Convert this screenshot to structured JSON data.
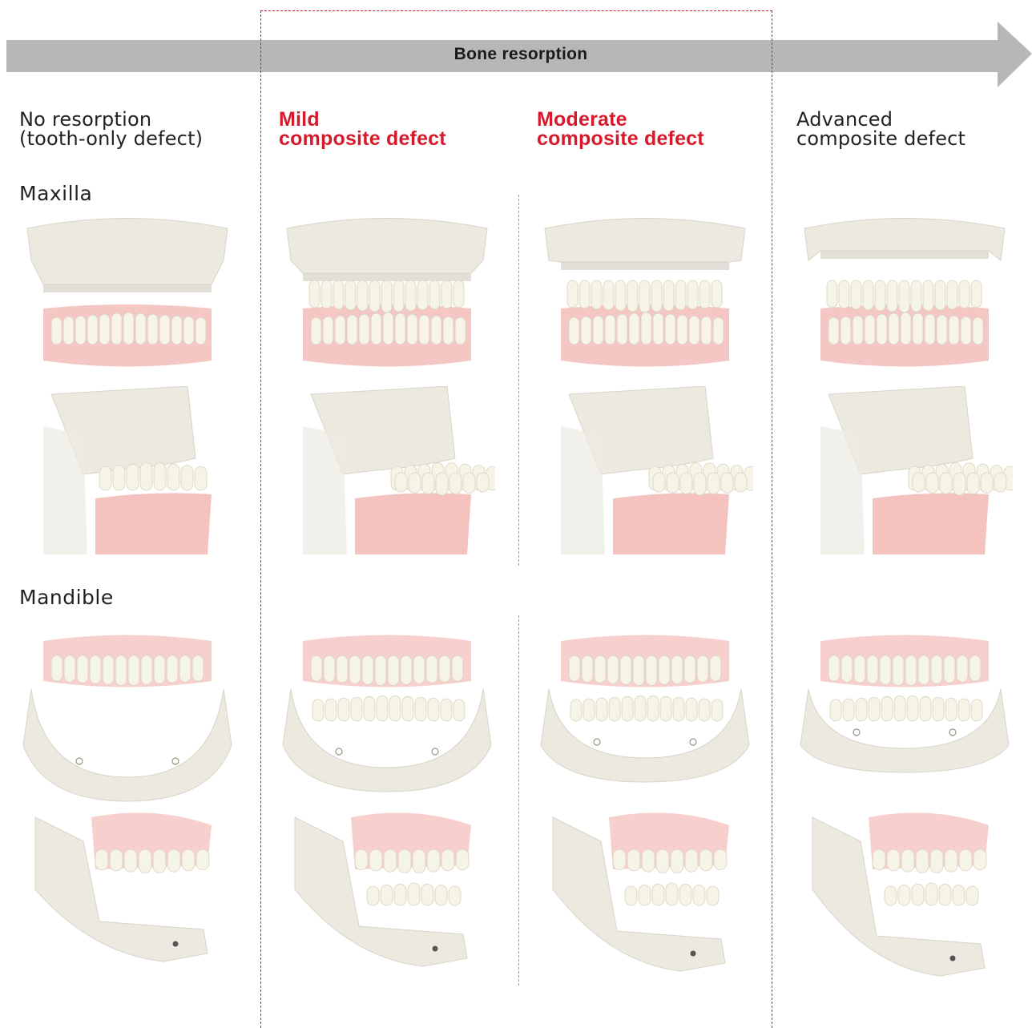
{
  "banner": {
    "label": "Bone resorption"
  },
  "columns": [
    {
      "line1": "No resorption",
      "line2": "(tooth-only defect)",
      "highlight": false
    },
    {
      "line1": "Mild",
      "line2": "composite defect",
      "highlight": true
    },
    {
      "line1": "Moderate",
      "line2": "composite defect",
      "highlight": true
    },
    {
      "line1": "Advanced",
      "line2": "composite defect",
      "highlight": false
    }
  ],
  "rows": [
    {
      "label": "Maxilla"
    },
    {
      "label": "Mandible"
    }
  ],
  "colors": {
    "arrow": "#b7b7b7",
    "highlight": "#d7192c",
    "bone": "#ece9e1",
    "tooth": "#f6f3e7",
    "gum": "#f0a9a5"
  },
  "illustrations": [
    "maxilla-frontal-no-resorption",
    "maxilla-frontal-mild",
    "maxilla-frontal-moderate",
    "maxilla-frontal-advanced",
    "maxilla-lateral-no-resorption",
    "maxilla-lateral-mild",
    "maxilla-lateral-moderate",
    "maxilla-lateral-advanced",
    "mandible-frontal-no-resorption",
    "mandible-frontal-mild",
    "mandible-frontal-moderate",
    "mandible-frontal-advanced",
    "mandible-lateral-no-resorption",
    "mandible-lateral-mild",
    "mandible-lateral-moderate",
    "mandible-lateral-advanced"
  ]
}
